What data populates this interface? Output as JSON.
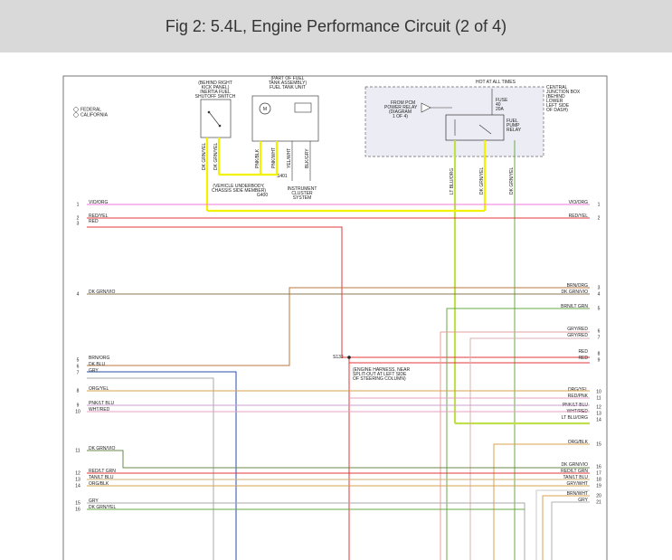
{
  "caption": "Fig 2: 5.4L, Engine Performance Circuit (2 of 4)",
  "legend": [
    "FEDERAL",
    "CALIFORNIA"
  ],
  "components": {
    "inertia_switch": "(BEHIND RIGHT KICK PANEL) INERTIA FUEL SHUTOFF SWITCH",
    "fuel_pump": "(PART OF FUEL TANK ASSEMBLY) FUEL TANK UNIT",
    "hot_at_all_times": "HOT AT ALL TIMES",
    "from_pcm": "FROM PCM POWER RELAY (DIAGRAM 1 OF 4)",
    "fuse": "FUSE 40 20A",
    "fuel_pump_relay": "FUEL PUMP RELAY",
    "central_junction_box": "CENTRAL JUNCTION BOX (BEHIND LOWER LEFT SIDE OF DASH)",
    "ground_note": "(VEHICLE UNDERBODY, CHASSIS SIDE MEMBER)",
    "g400": "G400",
    "s401": "S401",
    "instrument_cluster": "INSTRUMENT CLUSTER SYSTEM",
    "s133": "S133",
    "splice_note": "(ENGINE HARNESS, NEAR SPLIT-OUT AT LEFT SIDE OF STEERING COLUMN)"
  },
  "left_pins": [
    {
      "num": "1",
      "label": "VIO/ORG"
    },
    {
      "num": "2",
      "label": "RED/YEL"
    },
    {
      "num": "3",
      "label": "RED"
    },
    {
      "num": "4",
      "label": "DK GRN/VIO"
    },
    {
      "num": "5",
      "label": "BRN/ORG"
    },
    {
      "num": "6",
      "label": "DK BLU"
    },
    {
      "num": "7",
      "label": "GRY"
    },
    {
      "num": "8",
      "label": "ORG/YEL"
    },
    {
      "num": "9",
      "label": "PNK/LT BLU"
    },
    {
      "num": "10",
      "label": "WHT/RED"
    },
    {
      "num": "11",
      "label": "DK GRN/VIO"
    },
    {
      "num": "12",
      "label": "RED/LT GRN"
    },
    {
      "num": "13",
      "label": "TAN/LT BLU"
    },
    {
      "num": "14",
      "label": "ORG/BLK"
    },
    {
      "num": "15",
      "label": "GRY"
    },
    {
      "num": "16",
      "label": "DK GRN/YEL"
    }
  ],
  "right_pins": [
    {
      "num": "1",
      "label": "VIO/ORG"
    },
    {
      "num": "2",
      "label": "RED/YEL"
    },
    {
      "num": "3",
      "label": "BRN/ORG"
    },
    {
      "num": "4",
      "label": "DK GRN/VIO"
    },
    {
      "num": "5",
      "label": "BRN/LT GRN"
    },
    {
      "num": "6",
      "label": "GRY/RED"
    },
    {
      "num": "7",
      "label": "GRY/RED"
    },
    {
      "num": "8",
      "label": "RED"
    },
    {
      "num": "9",
      "label": "RED"
    },
    {
      "num": "10",
      "label": "ORG/YEL"
    },
    {
      "num": "11",
      "label": "RED/PNK"
    },
    {
      "num": "12",
      "label": "PNK/LT BLU"
    },
    {
      "num": "13",
      "label": "WHT/RED"
    },
    {
      "num": "14",
      "label": "LT BLU/ORG"
    },
    {
      "num": "15",
      "label": "ORG/BLK"
    },
    {
      "num": "16",
      "label": "DK GRN/VIO"
    },
    {
      "num": "17",
      "label": "RED/LT GRN"
    },
    {
      "num": "18",
      "label": "TAN/LT BLU"
    },
    {
      "num": "19",
      "label": "GRY/WHT"
    },
    {
      "num": "20",
      "label": "BRN/WHT"
    },
    {
      "num": "21",
      "label": "GRY"
    }
  ],
  "vertical_wire_labels": {
    "inertia_left": "DK GRN/YEL",
    "inertia_right": "DK GRN/YEL",
    "pump_a": "PNK/BLK",
    "pump_b": "PNK/WHT",
    "pump_c": "YEL/WHT",
    "pump_d": "BLK/GRY",
    "relay_a": "LT BLU/ORG",
    "relay_b": "DK GRN/YEL",
    "relay_c": "DK GRN/YEL"
  },
  "wire_colors": {
    "violet": "#f07ad8",
    "yellow": "#f2f200",
    "red": "#e03a3a",
    "orange": "#d9a050",
    "brown": "#b87a3a",
    "blue": "#2a4fa8",
    "gray": "#a8a8a8",
    "pink": "#e6a0c0",
    "green": "#6aaa4a",
    "yellow_green": "#bfe04a"
  }
}
